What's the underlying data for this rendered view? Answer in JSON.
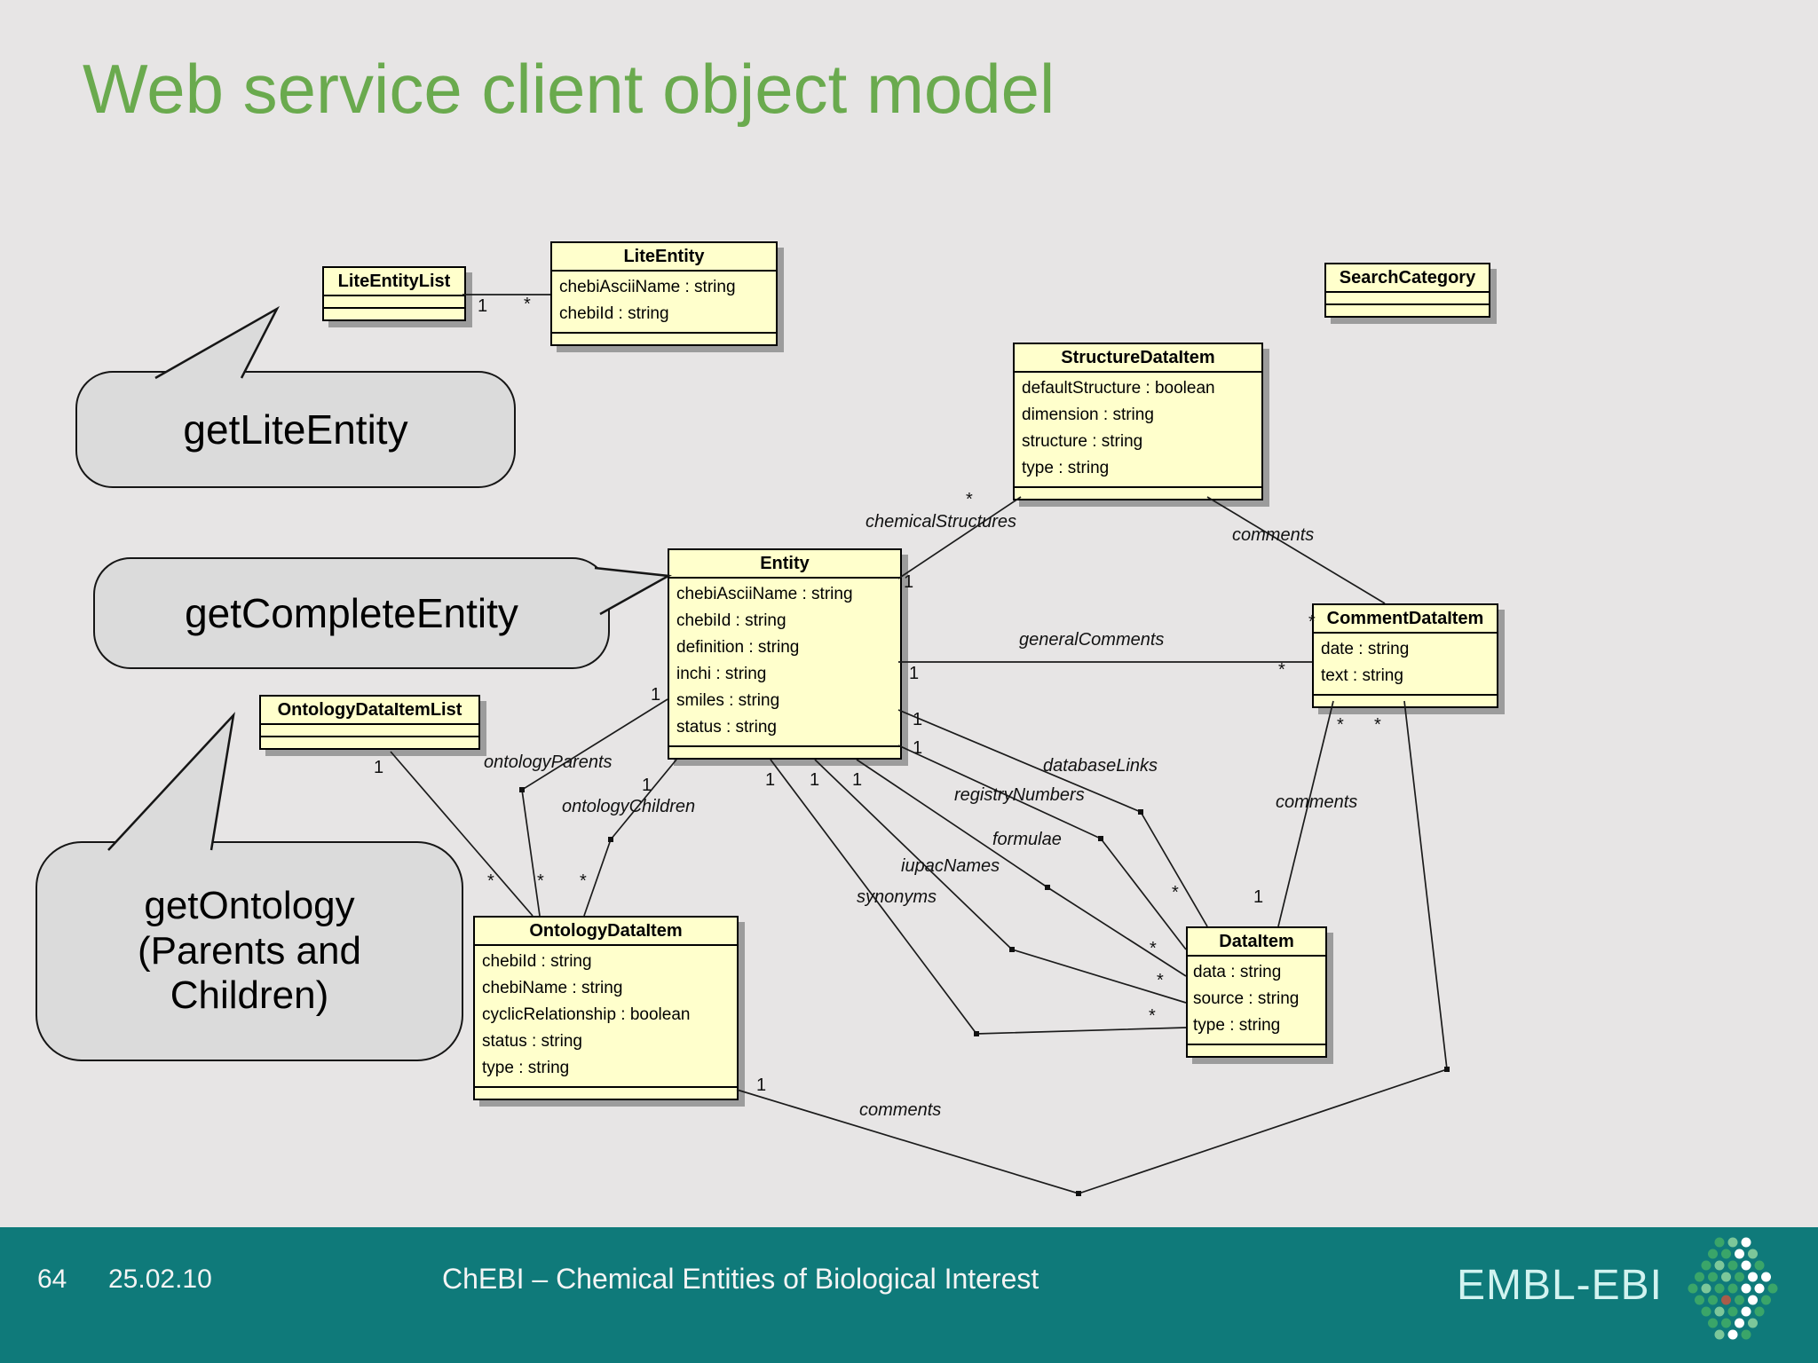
{
  "slide": {
    "title": "Web service client object model",
    "colors": {
      "background": "#e7e5e5",
      "title_green": "#6aaa4e",
      "footer_teal": "#0f7a7a",
      "class_box_fill": "#ffffcc",
      "bubble_fill": "#dbdbdb"
    }
  },
  "classes": {
    "liteEntityList": {
      "name": "LiteEntityList",
      "attrs": []
    },
    "liteEntity": {
      "name": "LiteEntity",
      "attrs": [
        "chebiAsciiName : string",
        "chebiId : string"
      ]
    },
    "searchCategory": {
      "name": "SearchCategory",
      "attrs": []
    },
    "structureDataItem": {
      "name": "StructureDataItem",
      "attrs": [
        "defaultStructure : boolean",
        "dimension : string",
        "structure : string",
        "type : string"
      ]
    },
    "entity": {
      "name": "Entity",
      "attrs": [
        "chebiAsciiName : string",
        "chebiId : string",
        "definition : string",
        "inchi : string",
        "smiles : string",
        "status : string"
      ]
    },
    "commentDataItem": {
      "name": "CommentDataItem",
      "attrs": [
        "date : string",
        "text : string"
      ]
    },
    "ontologyDataItemList": {
      "name": "OntologyDataItemList",
      "attrs": []
    },
    "ontologyDataItem": {
      "name": "OntologyDataItem",
      "attrs": [
        "chebiId : string",
        "chebiName : string",
        "cyclicRelationship : boolean",
        "status : string",
        "type : string"
      ]
    },
    "dataItem": {
      "name": "DataItem",
      "attrs": [
        "data : string",
        "source : string",
        "type : string"
      ]
    }
  },
  "bubbles": {
    "getLiteEntity": "getLiteEntity",
    "getCompleteEntity": "getCompleteEntity",
    "getOntology": "getOntology (Parents and Children)"
  },
  "associations": {
    "chemicalStructures": "chemicalStructures",
    "structureComments": "comments",
    "generalComments": "generalComments",
    "databaseLinks": "databaseLinks",
    "registryNumbers": "registryNumbers",
    "formulae": "formulae",
    "iupacNames": "iupacNames",
    "synonyms": "synonyms",
    "ontologyParents": "ontologyParents",
    "ontologyChildren": "ontologyChildren",
    "dataItemComments": "comments",
    "ontologyComments": "comments"
  },
  "multiplicity": {
    "one": "1",
    "many": "*"
  },
  "footer": {
    "page": "64",
    "date": "25.02.10",
    "title": "ChEBI – Chemical Entities of Biological Interest",
    "logo_text": "EMBL-EBI"
  }
}
